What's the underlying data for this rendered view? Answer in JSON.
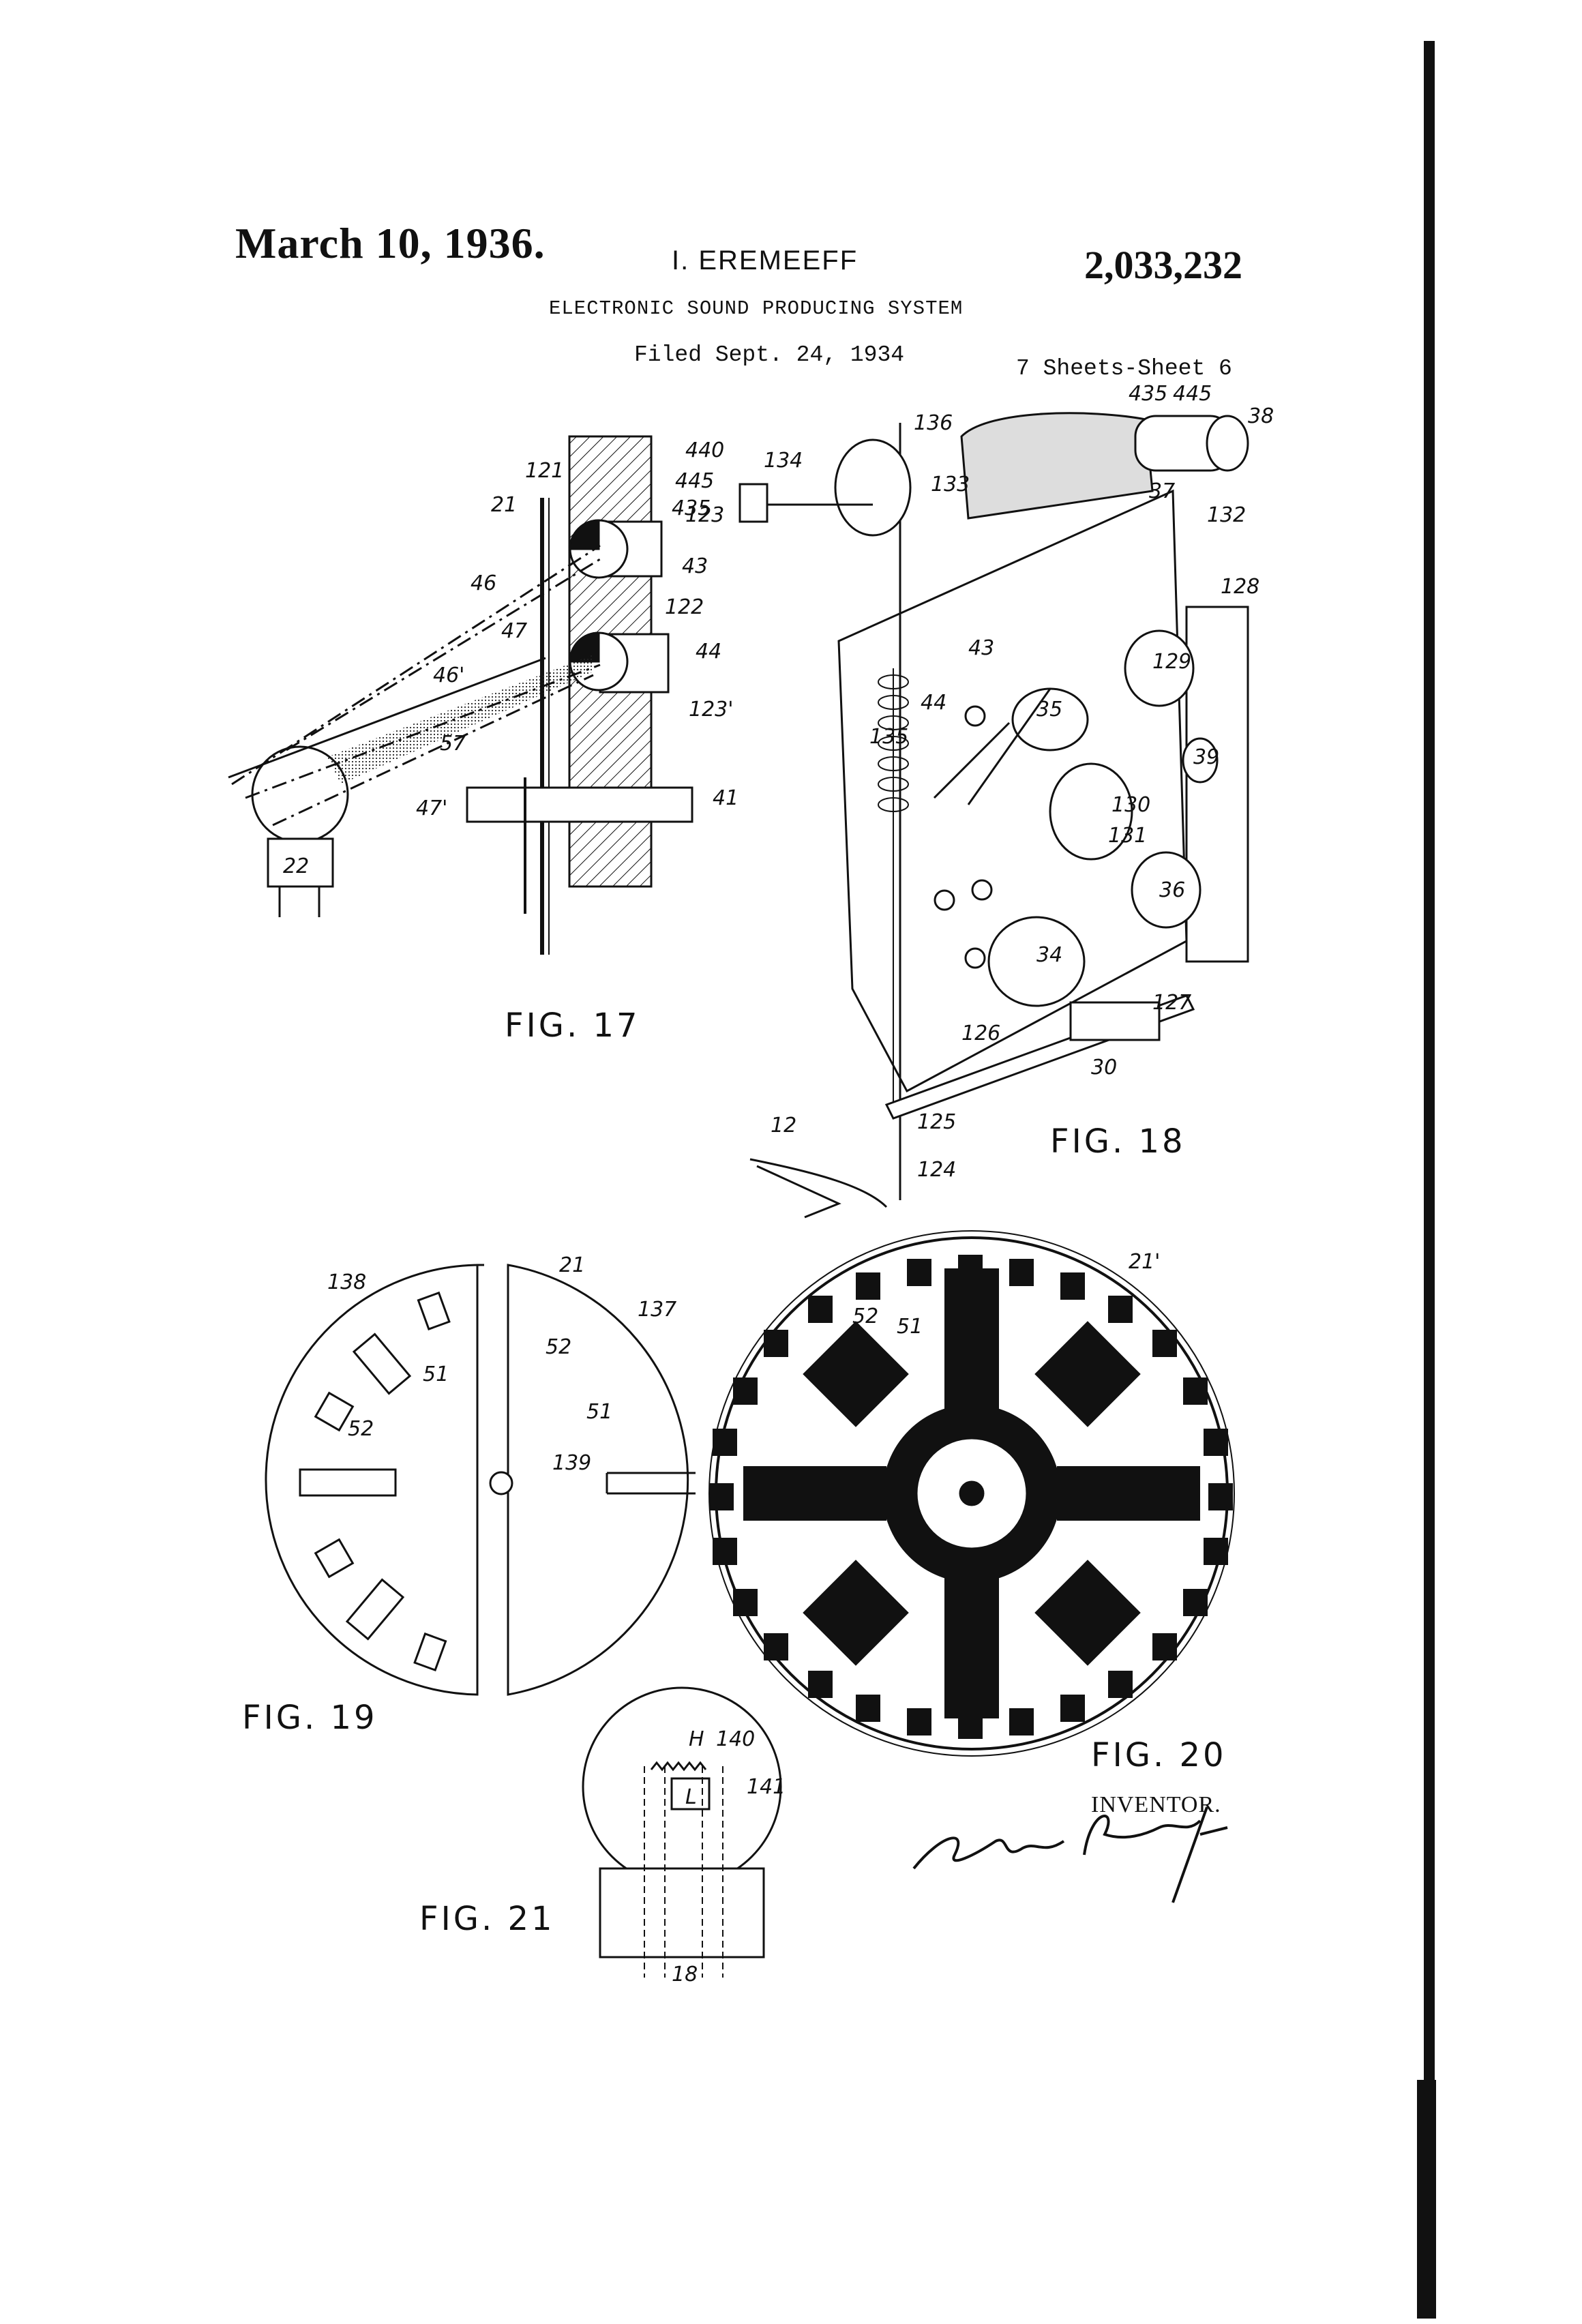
{
  "header": {
    "date": "March 10, 1936.",
    "inventor_name": "I. EREMEEFF",
    "patent_number": "2,033,232",
    "title": "ELECTRONIC SOUND PRODUCING SYSTEM",
    "filed": "Filed Sept. 24, 1934",
    "sheets": "7 Sheets-Sheet 6"
  },
  "figures": {
    "fig17": {
      "label": "FIG. 17",
      "refs": [
        "121",
        "21",
        "46",
        "47",
        "46'",
        "57",
        "47'",
        "22",
        "123",
        "43",
        "122",
        "44",
        "123'",
        "41"
      ]
    },
    "fig18": {
      "label": "FIG. 18",
      "refs": [
        "440",
        "445",
        "435",
        "134",
        "136",
        "133",
        "435",
        "445",
        "38",
        "37",
        "132",
        "128",
        "43",
        "44",
        "135",
        "35",
        "129",
        "39",
        "130",
        "131",
        "36",
        "34",
        "127",
        "126",
        "30",
        "12",
        "125",
        "124"
      ]
    },
    "fig19": {
      "label": "FIG. 19",
      "refs": [
        "138",
        "21",
        "137",
        "51",
        "52",
        "52",
        "51",
        "139"
      ]
    },
    "fig20": {
      "label": "FIG. 20",
      "refs": [
        "21'",
        "52",
        "51"
      ]
    },
    "fig21": {
      "label": "FIG. 21",
      "refs": [
        "H",
        "140",
        "141",
        "L",
        "18"
      ]
    }
  },
  "signature_block": {
    "label": "INVENTOR.",
    "signature": "Ivan Eremeeff"
  }
}
